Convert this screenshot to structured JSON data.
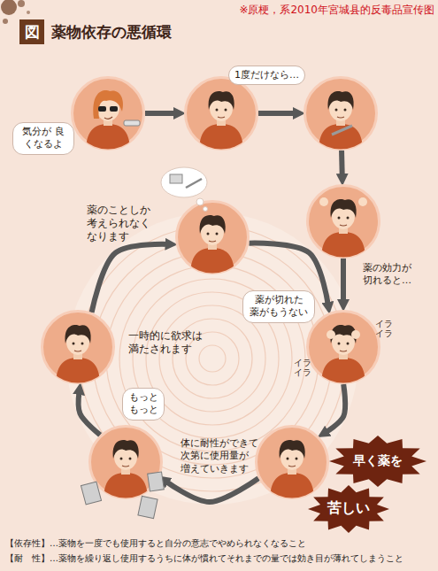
{
  "diagram": {
    "title": "薬物依存の悪循環",
    "nodes": [
      {
        "text": [
          "気分が 良くなるよ"
        ]
      },
      {
        "text": [
          "1度だけなら…"
        ]
      },
      {
        "text": []
      },
      {
        "text": []
      },
      {
        "text": [
          "薬が切れた 薬がもうない",
          "イラ イラ",
          "イラ イラ"
        ]
      },
      {
        "text": [
          "早く薬を",
          "苦しい"
        ]
      },
      {
        "text": [
          "もっと もっと"
        ]
      },
      {
        "text": [
          "一時的に欲求は 満たされます"
        ]
      },
      {
        "text": [
          "薬のことしか 考えられなく なります"
        ]
      }
    ],
    "edges": [
      {
        "from": 0,
        "to": 1,
        "arrow": "to"
      },
      {
        "from": 1,
        "to": 2,
        "arrow": "to"
      },
      {
        "from": 2,
        "to": 3,
        "arrow": "to"
      },
      {
        "from": 3,
        "to": 4,
        "arrow": "to",
        "label": "薬の効力が 切れると…"
      },
      {
        "from": 4,
        "to": 5,
        "arrow": "to"
      },
      {
        "from": 5,
        "to": 6,
        "arrow": "to",
        "label": "体に耐性ができて 次第に使用量が 増えていきます"
      },
      {
        "from": 6,
        "to": 7,
        "arrow": "to"
      },
      {
        "from": 7,
        "to": 8,
        "arrow": "to"
      },
      {
        "from": 8,
        "to": 4,
        "arrow": "to"
      }
    ],
    "labels": [
      "※原梗，系2010年宮城县的反毒品宣传图",
      "図",
      "【依存性】…薬物を一度でも使用すると自分の意志でやめられなくなること",
      "【耐　性】…薬物を繰り返し使用するうちに体が慣れてそれまでの量では効き目が薄れてしまうこと"
    ]
  }
}
